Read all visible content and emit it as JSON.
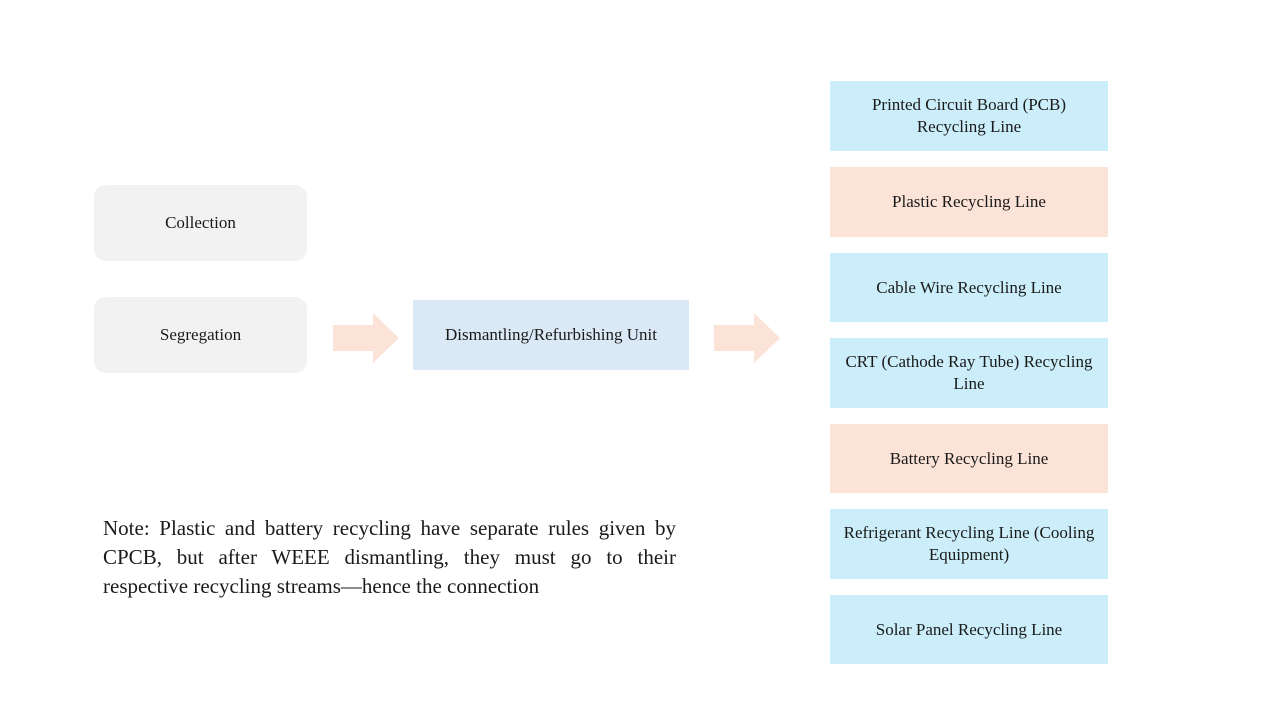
{
  "left_boxes": {
    "collection": "Collection",
    "segregation": "Segregation"
  },
  "center_box": {
    "label": "Dismantling/Refurbishing Unit"
  },
  "recycling_lines": [
    {
      "label": "Printed Circuit Board (PCB) Recycling Line",
      "color": "#cbeefa"
    },
    {
      "label": "Plastic Recycling Line",
      "color": "#fbe3d7"
    },
    {
      "label": "Cable Wire Recycling Line",
      "color": "#cbeefa"
    },
    {
      "label": "CRT (Cathode Ray Tube) Recycling Line",
      "color": "#cbeefa"
    },
    {
      "label": "Battery Recycling Line",
      "color": "#fbe3d7"
    },
    {
      "label": "Refrigerant Recycling Line (Cooling Equipment)",
      "color": "#cbeefa"
    },
    {
      "label": "Solar Panel Recycling Line",
      "color": "#cbeefa"
    }
  ],
  "note": "Note: Plastic and battery recycling have separate rules given by CPCB, but after WEEE dismantling, they must go to their respective recycling streams—hence the connection",
  "colors": {
    "arrow": "#fbe3d7",
    "grey_box": "#f2f2f2",
    "center_box": "#dbe9f6"
  }
}
